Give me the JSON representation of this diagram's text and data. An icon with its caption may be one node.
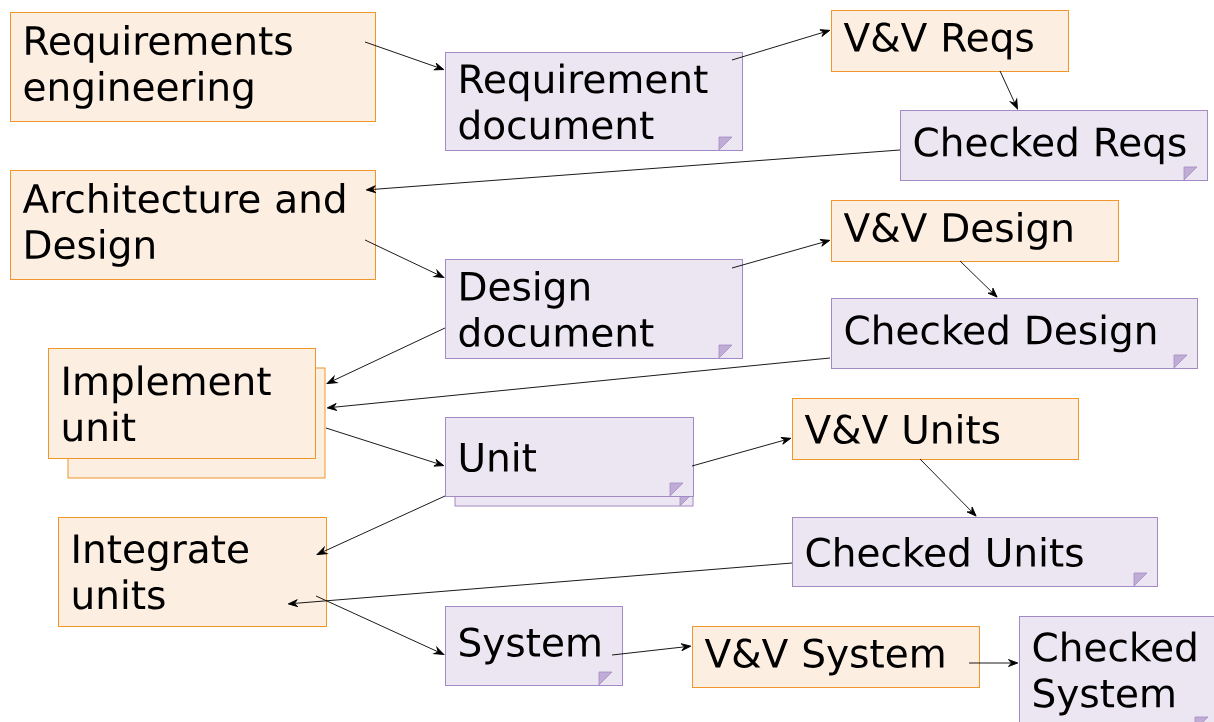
{
  "diagram": {
    "nodes": [
      {
        "text": [
          "Requirements engineering"
        ]
      },
      {
        "text": [
          "Requirement document"
        ]
      },
      {
        "text": [
          "V&V Reqs"
        ]
      },
      {
        "text": [
          "Checked Reqs"
        ]
      },
      {
        "text": [
          "Architecture and Design"
        ]
      },
      {
        "text": [
          "Design document"
        ]
      },
      {
        "text": [
          "V&V Design"
        ]
      },
      {
        "text": [
          "Checked Design"
        ]
      },
      {
        "text": [
          "Implement unit"
        ]
      },
      {
        "text": [
          "Unit"
        ]
      },
      {
        "text": [
          "V&V Units"
        ]
      },
      {
        "text": [
          "Checked Units"
        ]
      },
      {
        "text": [
          "Integrate units"
        ]
      },
      {
        "text": [
          "System"
        ]
      },
      {
        "text": [
          "V&V System"
        ]
      },
      {
        "text": [
          "Checked System"
        ]
      }
    ],
    "edges": [
      {
        "from": 0,
        "to": 1,
        "arrow": "to"
      },
      {
        "from": 1,
        "to": 2,
        "arrow": "to"
      },
      {
        "from": 2,
        "to": 3,
        "arrow": "to"
      },
      {
        "from": 3,
        "to": 4,
        "arrow": "to"
      },
      {
        "from": 4,
        "to": 5,
        "arrow": "to"
      },
      {
        "from": 5,
        "to": 6,
        "arrow": "to"
      },
      {
        "from": 6,
        "to": 7,
        "arrow": "to"
      },
      {
        "from": 5,
        "to": 8,
        "arrow": "to"
      },
      {
        "from": 7,
        "to": 8,
        "arrow": "to"
      },
      {
        "from": 8,
        "to": 9,
        "arrow": "to"
      },
      {
        "from": 9,
        "to": 10,
        "arrow": "to"
      },
      {
        "from": 10,
        "to": 11,
        "arrow": "to"
      },
      {
        "from": 9,
        "to": 12,
        "arrow": "to"
      },
      {
        "from": 11,
        "to": 12,
        "arrow": "to"
      },
      {
        "from": 12,
        "to": 13,
        "arrow": "to"
      },
      {
        "from": 13,
        "to": 14,
        "arrow": "to"
      },
      {
        "from": 14,
        "to": 15,
        "arrow": "to"
      }
    ]
  }
}
